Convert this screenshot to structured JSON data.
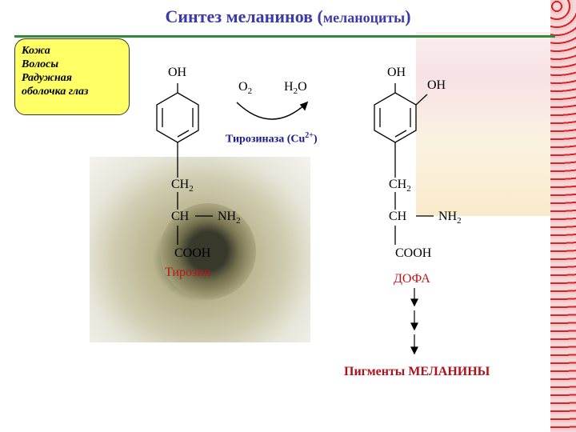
{
  "title": {
    "main": "Синтез меланинов (",
    "sub": "меланоциты",
    "close": ")"
  },
  "box": {
    "items": [
      "Кожа",
      "Волосы",
      "Радужная",
      "оболочка глаз"
    ]
  },
  "tyrosine": {
    "oh": "OH",
    "ch2": "CH",
    "ch2_sub": "2",
    "ch": "CH",
    "nh2": "NH",
    "nh2_sub": "2",
    "cooh": "COOH",
    "name": "Тирозин"
  },
  "reaction": {
    "o2": "O",
    "o2_sub": "2",
    "h2o_h": "H",
    "h2o_sub": "2",
    "h2o_o": "O",
    "enzyme": "Тирозиназа (Cu",
    "enzyme_sup": "2+",
    "enzyme_close": ")"
  },
  "dopa": {
    "oh1": "OH",
    "oh2": "OH",
    "ch2": "CH",
    "ch2_sub": "2",
    "ch": "CH",
    "nh2": "NH",
    "nh2_sub": "2",
    "cooh": "COOH",
    "name": "ДОФА"
  },
  "product": "Пигменты МЕЛАНИНЫ",
  "colors": {
    "title": "#3a3aa8",
    "rule": "#2e8b3a",
    "box": "#ffff66",
    "label_red": "#c0141a",
    "enzyme": "#1a1a8a"
  }
}
